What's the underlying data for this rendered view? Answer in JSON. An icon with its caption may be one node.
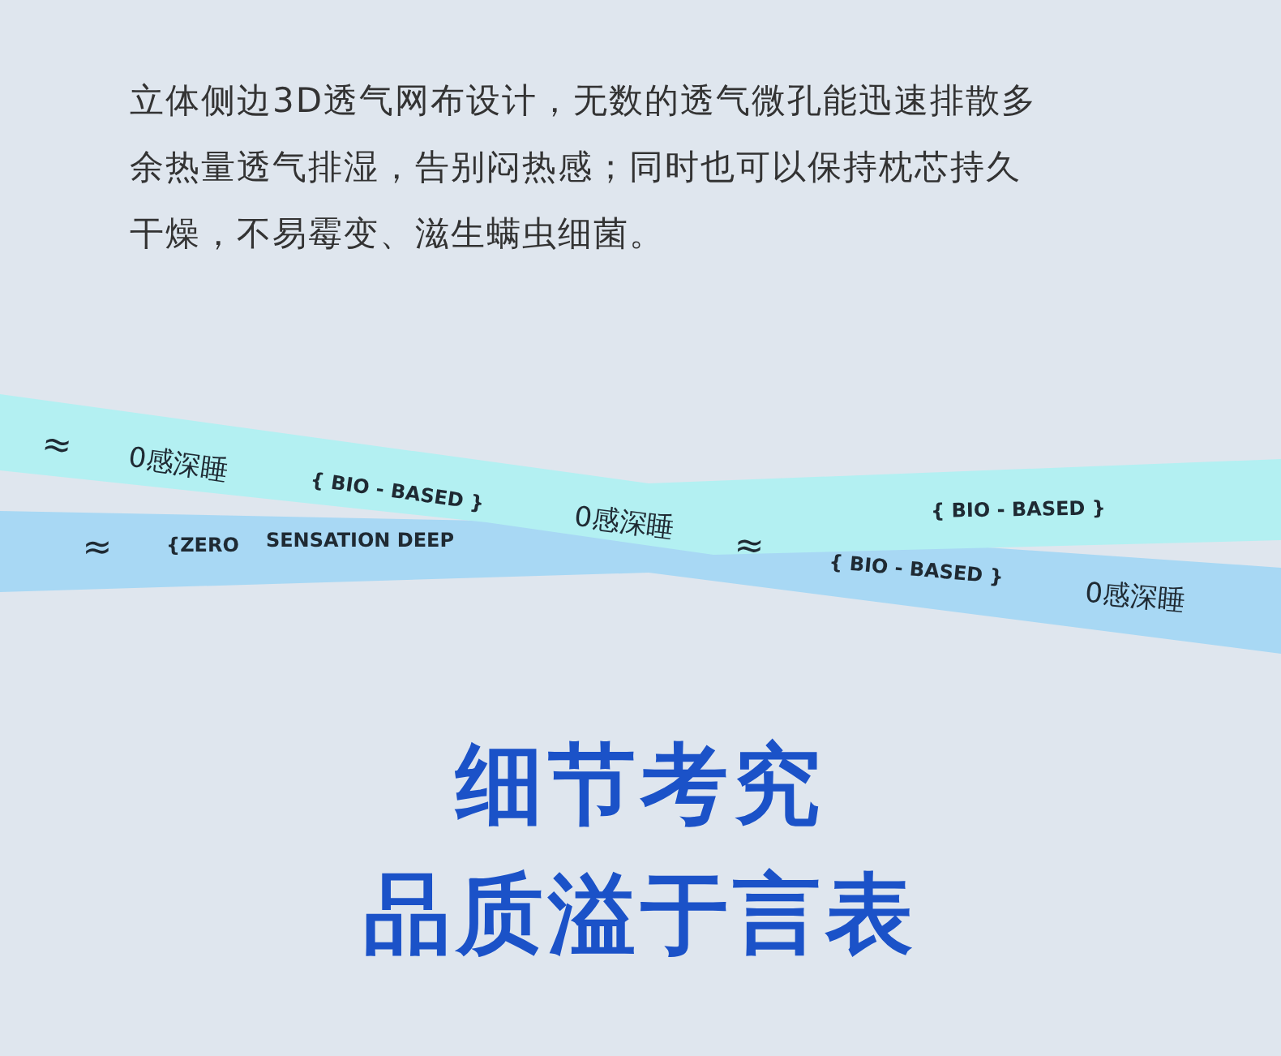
{
  "diagram": {
    "labels": [
      "立体侧边3D透气网布设计，无数的透气微孔能迅速排散多余热量透气排湿，告别闷热感；同时也可以保持枕芯持久干燥，不易霉变、滋生螨虫细菌。",
      "≈",
      "0感深睡",
      "{ BIO - BASED }",
      "≈",
      "{ZERO",
      "SENSATION DEEP",
      "0感深睡",
      "≈",
      "{ BIO - BASED }",
      "{ BIO - BASED }",
      "0感深睡",
      "细节考究",
      "品质溢于言表"
    ]
  }
}
